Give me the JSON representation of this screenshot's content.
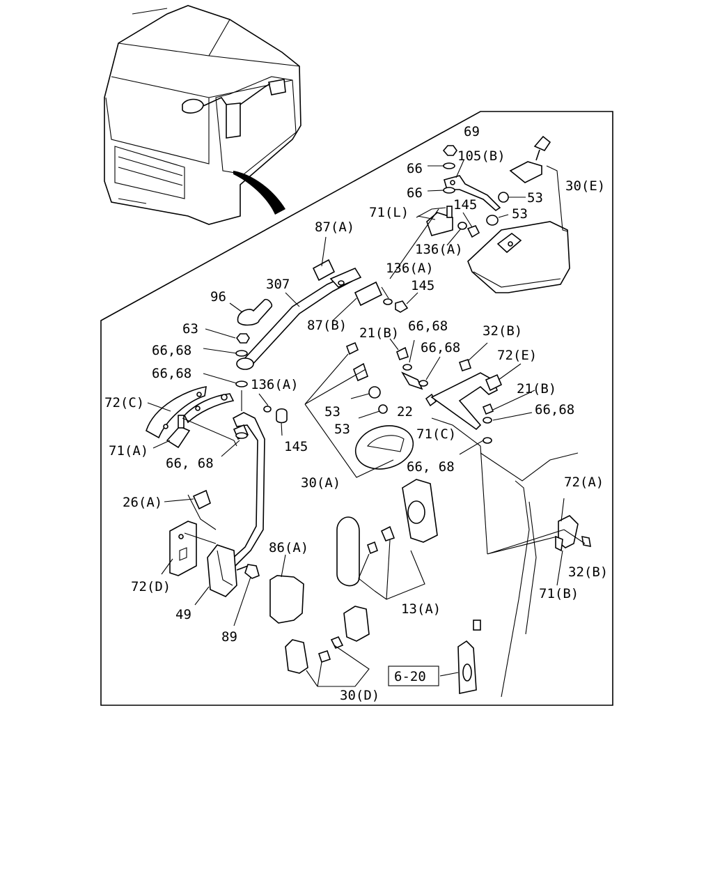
{
  "diagram": {
    "callouts": [
      {
        "id": "c69",
        "text": "69"
      },
      {
        "id": "c66a",
        "text": "66"
      },
      {
        "id": "c105b",
        "text": "105(B)"
      },
      {
        "id": "c30e",
        "text": "30(E)"
      },
      {
        "id": "c66b",
        "text": "66"
      },
      {
        "id": "c53a",
        "text": "53"
      },
      {
        "id": "c71l",
        "text": "71(L)"
      },
      {
        "id": "c145a",
        "text": "145"
      },
      {
        "id": "c53b",
        "text": "53"
      },
      {
        "id": "c136a1",
        "text": "136(A)"
      },
      {
        "id": "c87a",
        "text": "87(A)"
      },
      {
        "id": "c307",
        "text": "307"
      },
      {
        "id": "c136a2",
        "text": "136(A)"
      },
      {
        "id": "c145b",
        "text": "145"
      },
      {
        "id": "c96",
        "text": "96"
      },
      {
        "id": "c87b",
        "text": "87(B)"
      },
      {
        "id": "c63",
        "text": "63"
      },
      {
        "id": "c21b1",
        "text": "21(B)"
      },
      {
        "id": "c6668a",
        "text": "66,68"
      },
      {
        "id": "c32b1",
        "text": "32(B)"
      },
      {
        "id": "c6668b",
        "text": "66,68"
      },
      {
        "id": "c6668c",
        "text": "66,68"
      },
      {
        "id": "c72e",
        "text": "72(E)"
      },
      {
        "id": "c6668d",
        "text": "66,68"
      },
      {
        "id": "c136a3",
        "text": "136(A)"
      },
      {
        "id": "c21b2",
        "text": "21(B)"
      },
      {
        "id": "c72c",
        "text": "72(C)"
      },
      {
        "id": "c6668e",
        "text": "66,68"
      },
      {
        "id": "c53c",
        "text": "53"
      },
      {
        "id": "c22",
        "text": "22"
      },
      {
        "id": "c53d",
        "text": "53"
      },
      {
        "id": "c71c",
        "text": "71(C)"
      },
      {
        "id": "c145c",
        "text": "145"
      },
      {
        "id": "c71a",
        "text": "71(A)"
      },
      {
        "id": "c6668f",
        "text": "66, 68"
      },
      {
        "id": "c6668g",
        "text": "66, 68"
      },
      {
        "id": "c30a",
        "text": "30(A)"
      },
      {
        "id": "c72a",
        "text": "72(A)"
      },
      {
        "id": "c26a",
        "text": "26(A)"
      },
      {
        "id": "c86a",
        "text": "86(A)"
      },
      {
        "id": "c32b2",
        "text": "32(B)"
      },
      {
        "id": "c72d",
        "text": "72(D)"
      },
      {
        "id": "c71b",
        "text": "71(B)"
      },
      {
        "id": "c13a",
        "text": "13(A)"
      },
      {
        "id": "c49",
        "text": "49"
      },
      {
        "id": "c89",
        "text": "89"
      },
      {
        "id": "c620",
        "text": "6-20"
      },
      {
        "id": "c30d",
        "text": "30(D)"
      }
    ]
  }
}
